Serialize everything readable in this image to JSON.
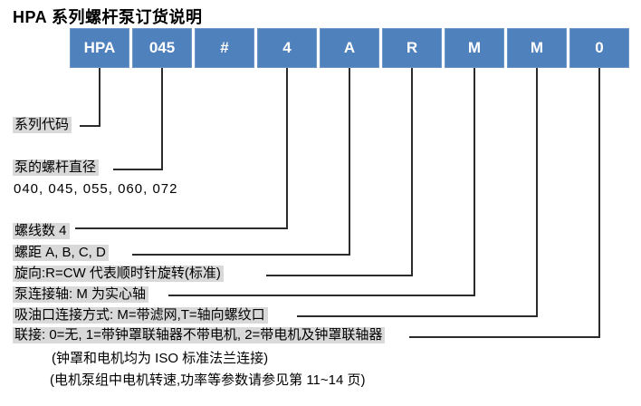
{
  "title": "HPA 系列螺杆泵订货说明",
  "colors": {
    "box_blue": "#4F81BD",
    "box_text": "#FFFFFF",
    "highlight_gray": "#D9D9D9",
    "line": "#2B2B2B"
  },
  "code_boxes": [
    "HPA",
    "045",
    "#",
    "4",
    "A",
    "R",
    "M",
    "M",
    "0"
  ],
  "legend": {
    "series_code": "系列代码",
    "screw_diameter": "泵的螺杆直径",
    "diameter_options": "040, 045, 055, 060, 072",
    "thread_count": "螺线数 4",
    "pitch": "螺距 A, B, C, D",
    "rotation": "旋向:R=CW 代表顺时针旋转(标准)",
    "shaft": "泵连接轴: M 为实心轴",
    "suction": "吸油口连接方式: M=带滤网,T=轴向螺纹口",
    "coupling": "联接: 0=无, 1=带钟罩联轴器不带电机, 2=带电机及钟罩联轴器",
    "note_flange": "(钟罩和电机均为 ISO 标准法兰连接)",
    "note_pages": "(电机泵组中电机转速,功率等参数请参见第 11~14 页)"
  }
}
